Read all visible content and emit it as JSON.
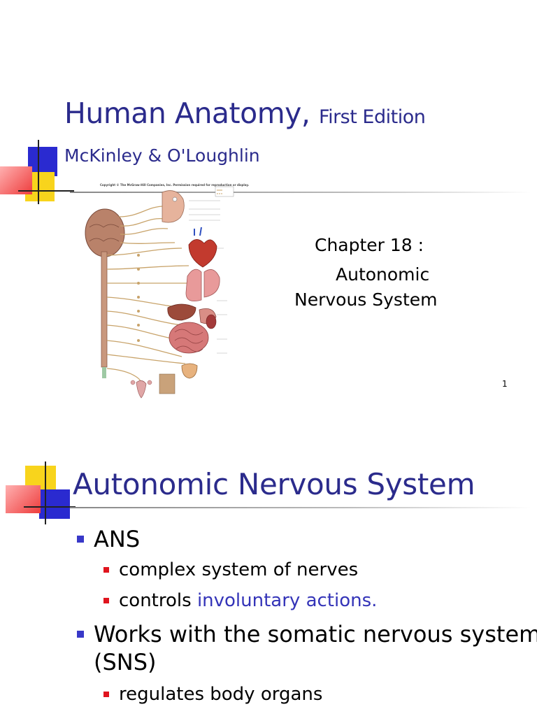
{
  "slide1": {
    "title_main": "Human Anatomy,",
    "title_edition": "First Edition",
    "authors": "McKinley & O'Loughlin",
    "chapter_line1": "Chapter 18 :",
    "chapter_line2": "Autonomic",
    "chapter_line3": "Nervous System",
    "page_number": "1",
    "figure_copyright": "Copyright © The McGraw-Hill Companies, Inc. Permission required for reproduction or display."
  },
  "slide2": {
    "title": "Autonomic Nervous System",
    "bullets": [
      {
        "text": "ANS",
        "children": [
          {
            "text": "complex system of nerves"
          },
          {
            "prefix": "controls ",
            "accent": "involuntary actions."
          }
        ]
      },
      {
        "line1": "Works with the somatic nervous system",
        "line2": "(SNS)",
        "children": [
          {
            "text": "regulates body organs"
          }
        ]
      }
    ]
  },
  "colors": {
    "title_blue": "#2b2b8c",
    "deco_blue": "#2a2ad0",
    "deco_yellow": "#f8d41c",
    "deco_red": "#ee3c3c",
    "bullet_blue": "#3838c8",
    "bullet_red": "#e0141e",
    "accent_text": "#3434b8"
  }
}
